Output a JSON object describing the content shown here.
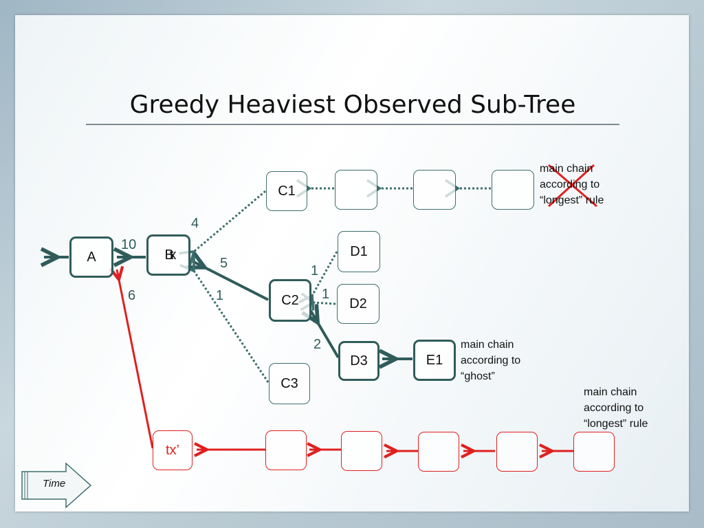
{
  "title": "Greedy Heaviest Observed Sub-Tree",
  "nodes": {
    "A": "A",
    "B": "B",
    "B_overlay": "Btx",
    "C1": "C1",
    "C2": "C2",
    "C3": "C3",
    "D1": "D1",
    "D2": "D2",
    "D3": "D3",
    "E1": "E1",
    "tx_prime": "tx’"
  },
  "weights": {
    "A_B": "10",
    "B_C1": "4",
    "B_C2": "5",
    "B_C3": "1",
    "A_tx": "6",
    "C2_D1": "1",
    "C2_D2": "1",
    "C2_D3": "2"
  },
  "notes": {
    "top_right": "main chain\naccording to\n“longest” rule",
    "ghost": "main chain\naccording to\n“ghost”",
    "bottom_right": "main chain\naccording to\n“longest” rule"
  },
  "time_label": "Time",
  "colors": {
    "tree": "#2f5c5a",
    "red_chain": "#e02020",
    "strike": "#e02020"
  }
}
